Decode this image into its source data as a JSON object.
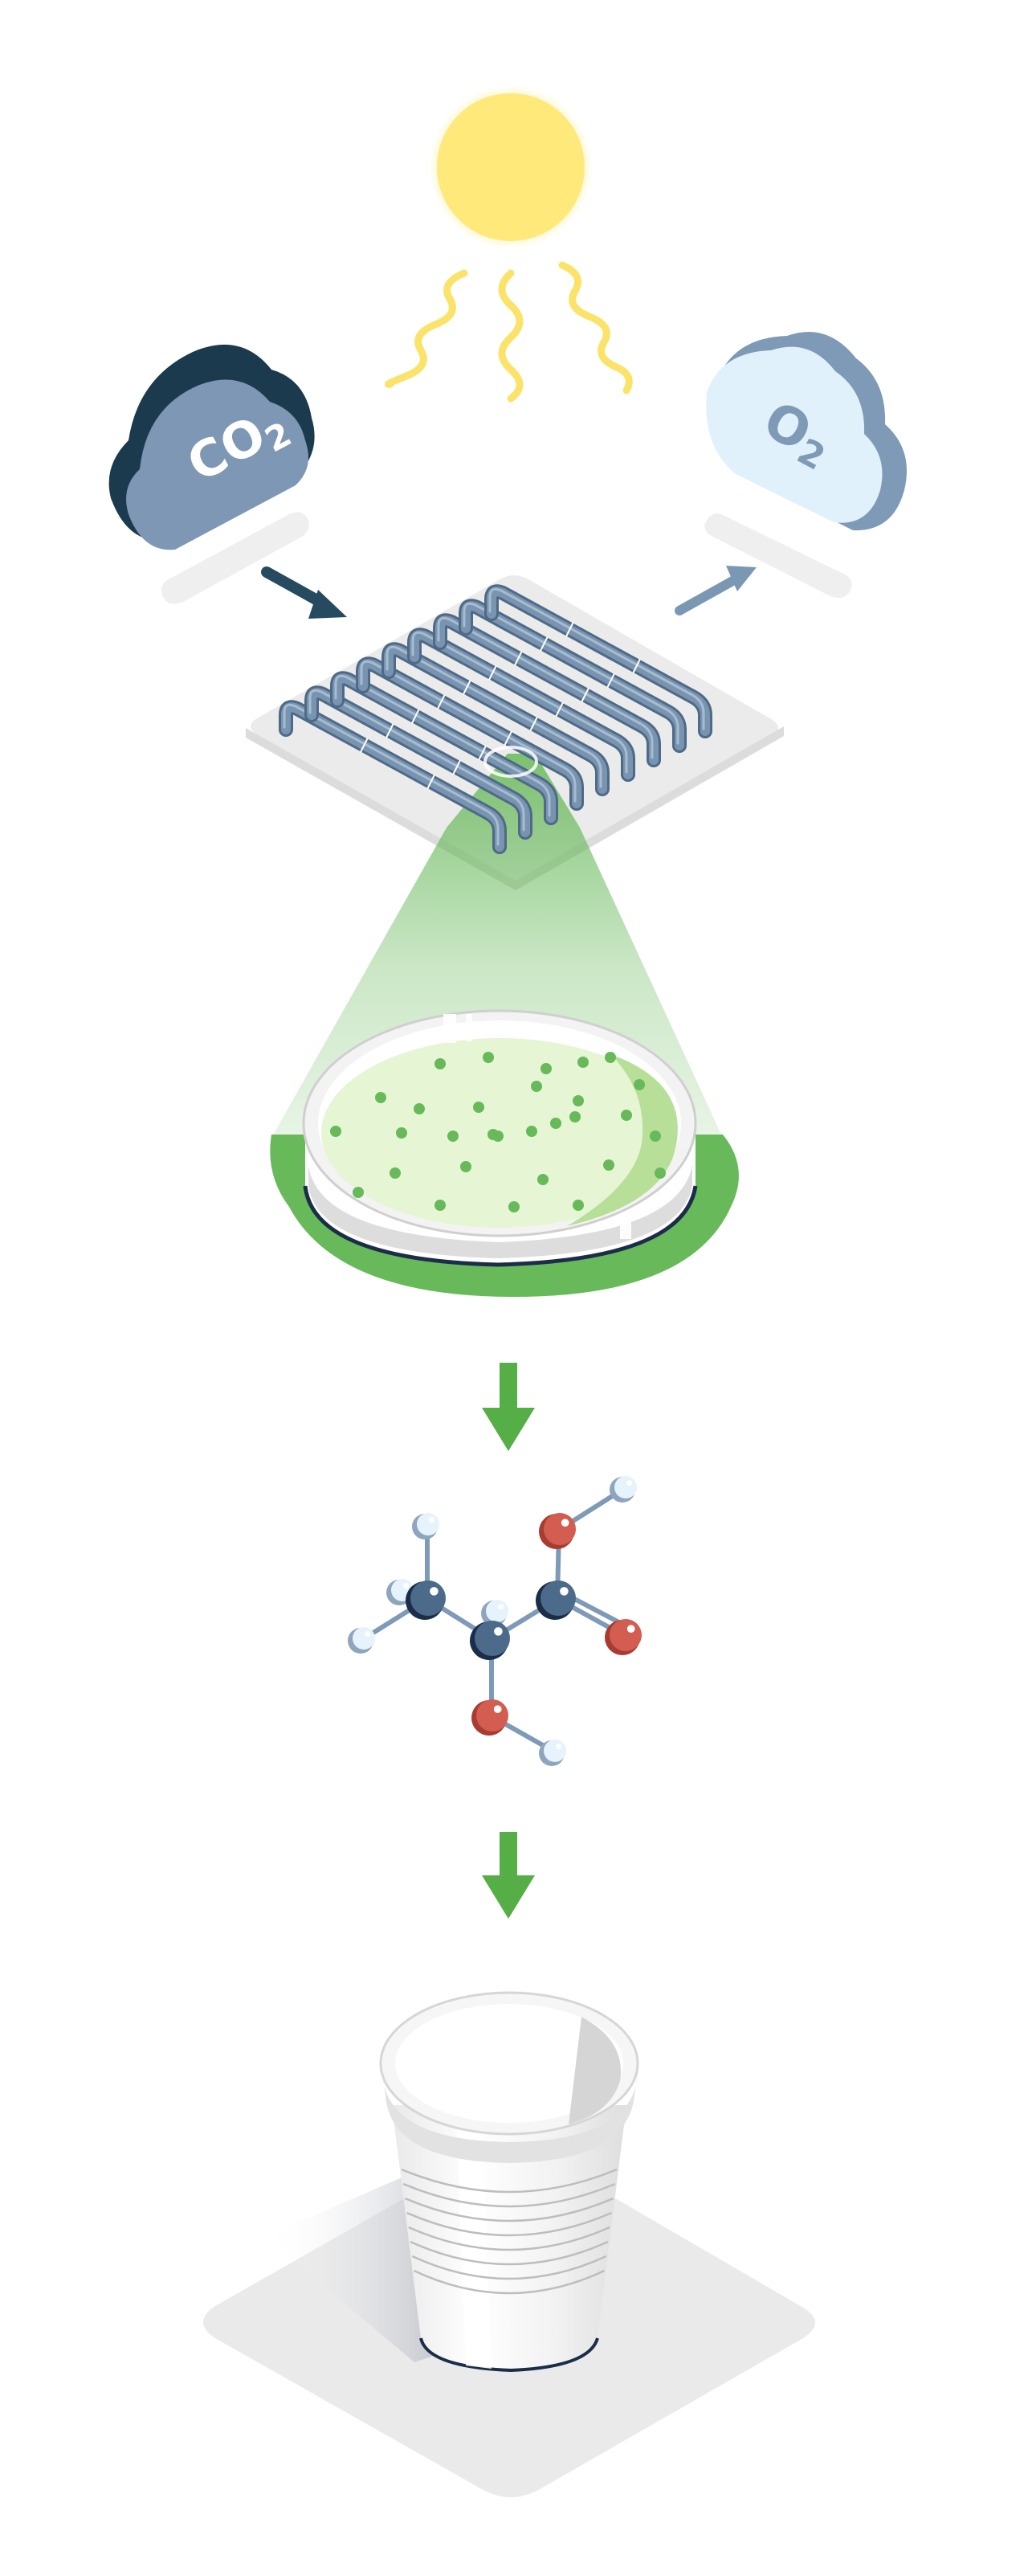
{
  "labels": {
    "co2_main": "CO",
    "co2_sub": "2",
    "o2_main": "O",
    "o2_sub": "2"
  },
  "icons": {
    "sun": "sun-icon",
    "co2_cloud": "co2-cloud-icon",
    "o2_cloud": "o2-cloud-icon",
    "photobioreactor": "tube-photobioreactor-icon",
    "petri_dish": "petri-dish-icon",
    "molecule": "lactic-acid-molecule-icon",
    "cup": "plastic-cup-icon"
  },
  "colors": {
    "sun": "#FFE97A",
    "rays": "#FBE36A",
    "co2_cloud": "#7D97B4",
    "co2_cloud_dark": "#1B3A4E",
    "o2_cloud": "#E1F1FB",
    "o2_cloud_dark": "#7E9AB6",
    "tubes": "#7894B0",
    "tubes_dark": "#4E6A86",
    "green": "#68B95A",
    "dish_medium": "#E6F5D4",
    "carbon_atom": "#4C6A8A",
    "oxygen_atom": "#D25D50",
    "hydrogen_atom": "#E6F3FC",
    "arrow_in": "#264A60",
    "arrow_out": "#7A97B3",
    "cup": "#F4F4F4",
    "shadow": "#EAEAEA"
  }
}
